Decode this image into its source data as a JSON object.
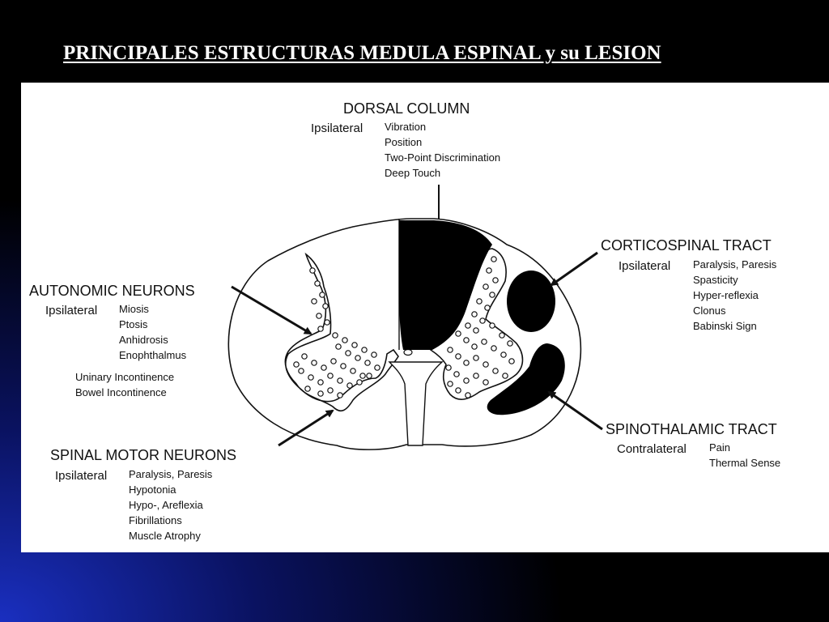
{
  "title": "PRINCIPALES ESTRUCTURAS MEDULA ESPINAL y su LESION",
  "labels": {
    "dorsal": {
      "heading": "DORSAL COLUMN",
      "side": "Ipsilateral",
      "items": [
        "Vibration",
        "Position",
        "Two-Point Discrimination",
        "Deep Touch"
      ]
    },
    "corticospinal": {
      "heading": "CORTICOSPINAL TRACT",
      "side": "Ipsilateral",
      "items": [
        "Paralysis, Paresis",
        "Spasticity",
        "Hyper-reflexia",
        "Clonus",
        "Babinski Sign"
      ]
    },
    "autonomic": {
      "heading": "AUTONOMIC NEURONS",
      "side": "Ipsilateral",
      "items": [
        "Miosis",
        "Ptosis",
        "Anhidrosis",
        "Enophthalmus"
      ],
      "extra": [
        "Uninary Incontinence",
        "Bowel Incontinence"
      ]
    },
    "spinothalamic": {
      "heading": "SPINOTHALAMIC TRACT",
      "side": "Contralateral",
      "items": [
        "Pain",
        "Thermal Sense"
      ]
    },
    "motor": {
      "heading": "SPINAL MOTOR NEURONS",
      "side": "Ipsilateral",
      "items": [
        "Paralysis, Paresis",
        "Hypotonia",
        "Hypo-, Areflexia",
        "Fibrillations",
        "Muscle Atrophy"
      ]
    }
  }
}
